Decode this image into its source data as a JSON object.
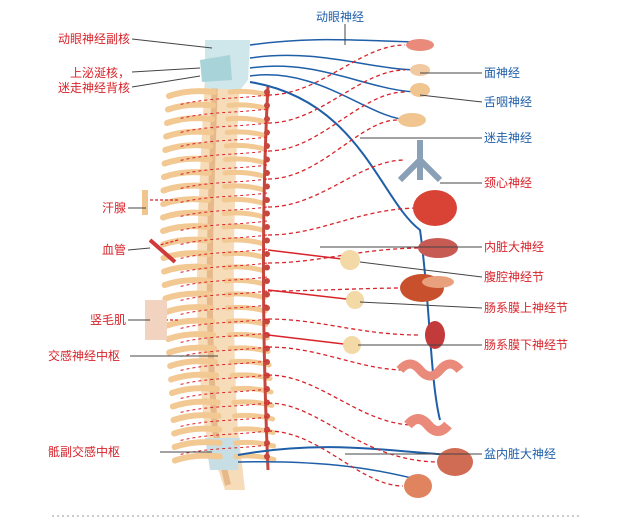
{
  "labels": {
    "oculomotor_accessory_nucleus": "动眼神经副核",
    "salivatory_vagal_nuclei_1": "上泌涎核，",
    "salivatory_vagal_nuclei_2": "迷走神经背核",
    "sweat_gland": "汗腺",
    "blood_vessel": "血管",
    "arrector_pili": "竖毛肌",
    "sympathetic_center": "交感神经中枢",
    "sacral_parasympathetic_center": "骶副交感中枢",
    "oculomotor_nerve": "动眼神经",
    "facial_nerve": "面神经",
    "glossopharyngeal_nerve": "舌咽神经",
    "vagus_nerve": "迷走神经",
    "cervical_cardiac_nerve": "颈心神经",
    "greater_splanchnic_nerve": "内脏大神经",
    "celiac_ganglion": "腹腔神经节",
    "superior_mesenteric_ganglion": "肠系膜上神经节",
    "inferior_mesenteric_ganglion": "肠系膜下神经节",
    "pelvic_splanchnic_nerve": "盆内脏大神经"
  },
  "colors": {
    "sympathetic": "#d8232a",
    "parasympathetic": "#1f5fa8",
    "spine": "#f2c893",
    "organ": "#e98a7a"
  }
}
